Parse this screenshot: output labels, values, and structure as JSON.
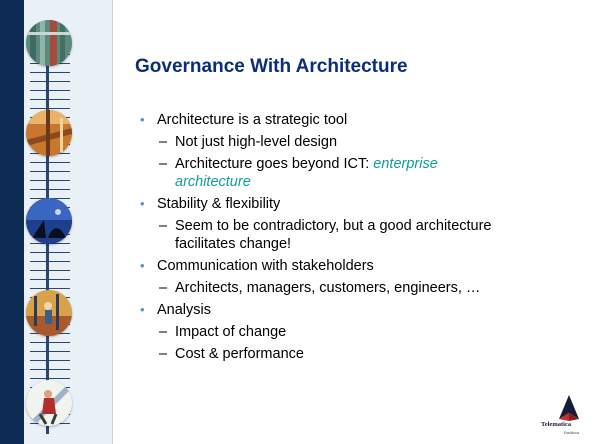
{
  "slide": {
    "title": "Governance With Architecture",
    "bullets": [
      {
        "text": "Architecture is a strategic tool",
        "sub": [
          {
            "text": "Not just high-level design"
          },
          {
            "text": "Architecture goes beyond ICT: ",
            "emphasis_line1": "enterprise",
            "emphasis_line2": "architecture"
          }
        ]
      },
      {
        "text": "Stability & flexibility",
        "sub": [
          {
            "line1": "Seem to be contradictory, but a good architecture",
            "line2": "facilitates change!"
          }
        ]
      },
      {
        "text": "Communication with stakeholders",
        "sub": [
          {
            "text": "Architects, managers, customers, engineers, …"
          }
        ]
      },
      {
        "text": "Analysis",
        "sub": [
          {
            "text": "Impact of change"
          },
          {
            "text": "Cost & performance"
          }
        ]
      }
    ],
    "bullet_glyph": "•",
    "dash_glyph": "–"
  },
  "logo": {
    "name": "Telematica",
    "sub": "Instituut"
  },
  "colors": {
    "title": "#0a2f7a",
    "bullet": "#4b9ab8",
    "emphasis": "#0f9e9a",
    "sidebar_dark": "#0c2a52"
  }
}
